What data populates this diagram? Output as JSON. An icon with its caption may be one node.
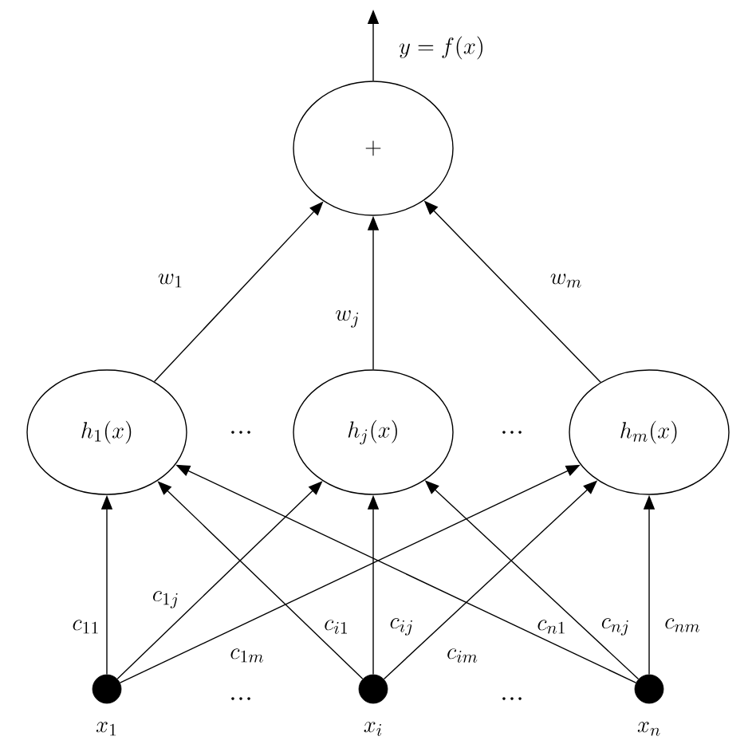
{
  "diagram": {
    "nodes": [
      {
        "text": [
          "+"
        ]
      },
      {
        "text": [
          "h_1(x)"
        ]
      },
      {
        "text": [
          "h_j(x)"
        ]
      },
      {
        "text": [
          "h_m(x)"
        ]
      },
      {
        "text": [],
        "shape": "circle",
        "beside": [
          "x_1"
        ]
      },
      {
        "text": [],
        "shape": "circle",
        "beside": [
          "x_i"
        ]
      },
      {
        "text": [],
        "shape": "circle",
        "beside": [
          "x_n"
        ]
      }
    ],
    "edges": [
      {
        "from": 0,
        "to": null,
        "arrow": "to",
        "label": "y = f(x)"
      },
      {
        "from": 1,
        "to": 0,
        "arrow": "to",
        "label": "w_1"
      },
      {
        "from": 2,
        "to": 0,
        "arrow": "to",
        "label": "w_j"
      },
      {
        "from": 3,
        "to": 0,
        "arrow": "to",
        "label": "w_m"
      },
      {
        "from": 4,
        "to": 1,
        "arrow": "to",
        "label": "c_{11}"
      },
      {
        "from": 4,
        "to": 2,
        "arrow": "to",
        "label": "c_{1j}"
      },
      {
        "from": 4,
        "to": 3,
        "arrow": "to",
        "label": "c_{1m}"
      },
      {
        "from": 5,
        "to": 1,
        "arrow": "to",
        "label": "c_{i1}"
      },
      {
        "from": 5,
        "to": 2,
        "arrow": "to",
        "label": "c_{ij}"
      },
      {
        "from": 5,
        "to": 3,
        "arrow": "to",
        "label": "c_{im}"
      },
      {
        "from": 6,
        "to": 1,
        "arrow": "to",
        "label": "c_{n1}"
      },
      {
        "from": 6,
        "to": 2,
        "arrow": "to",
        "label": "c_{nj}"
      },
      {
        "from": 6,
        "to": 3,
        "arrow": "to",
        "label": "c_{nm}"
      }
    ],
    "labels": [
      "…",
      "…",
      "…",
      "…"
    ]
  }
}
